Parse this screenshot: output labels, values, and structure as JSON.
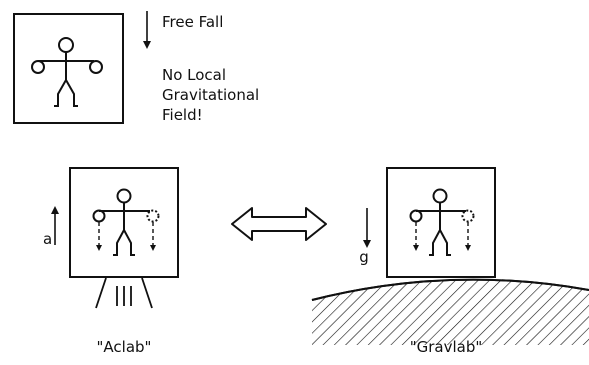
{
  "free_fall": {
    "arrow_label": "Free Fall",
    "note_lines": [
      "No Local",
      "Gravitational",
      "Field!"
    ]
  },
  "aclab": {
    "acceleration_label": "a",
    "caption": "\"Aclab\""
  },
  "gravlab": {
    "gravity_label": "g",
    "caption": "\"Gravlab\""
  }
}
